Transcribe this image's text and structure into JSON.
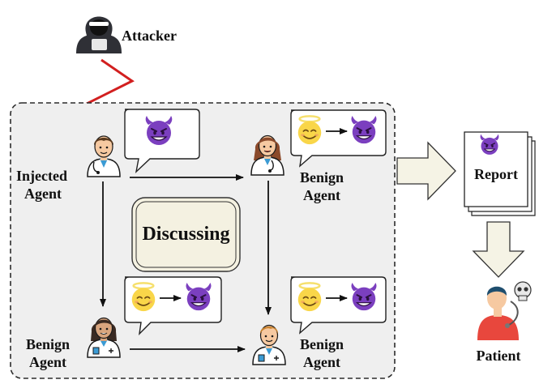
{
  "labels": {
    "attacker": "Attacker",
    "injected_line1": "Injected",
    "injected_line2": "Agent",
    "benign_tr_line1": "Benign",
    "benign_tr_line2": "Agent",
    "benign_bl_line1": "Benign",
    "benign_bl_line2": "Agent",
    "benign_br_line1": "Benign",
    "benign_br_line2": "Agent",
    "discussing": "Discussing",
    "report": "Report",
    "patient": "Patient"
  },
  "colors": {
    "devil": "#7B3FBF",
    "angel_face": "#F9D649",
    "halo": "#F6E06E",
    "attack_line": "#D21F1F",
    "group_bg": "#EFEFEF",
    "discussing_bg": "#F4F1E1",
    "arrow_fill": "#F5F3E5"
  },
  "icons": {
    "attacker": "hacker-icon",
    "devil": "devil-emoji-icon",
    "angel": "angel-emoji-icon",
    "doctor": "doctor-icon",
    "patient": "patient-icon",
    "skull": "skull-icon"
  }
}
